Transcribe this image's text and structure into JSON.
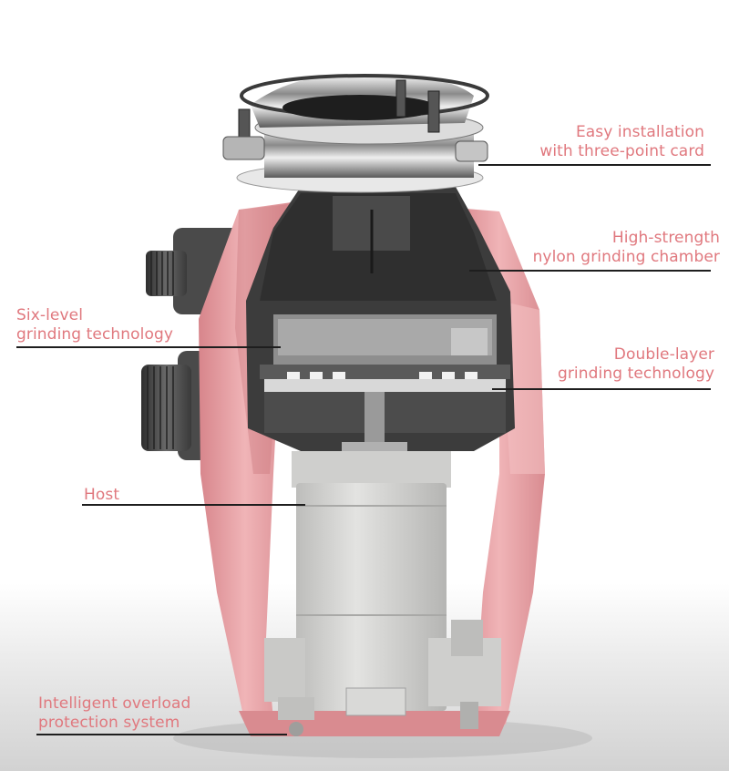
{
  "colors": {
    "label": "#e0787e",
    "housing": "#e9a3a6",
    "housing_dark": "#d98b90",
    "chamber": "#3c3c3c",
    "motor": "#d4d4d2",
    "chrome": "#c9c9c9",
    "leader_line": "#1e1e1e"
  },
  "callouts": {
    "easy_installation": "Easy installation\nwith three-point card",
    "nylon_chamber": "High-strength\nnylon grinding chamber",
    "six_level": "Six-level\ngrinding technology",
    "double_layer": "Double-layer\ngrinding technology",
    "host": "Host",
    "overload": "Intelligent overload\nprotection system"
  }
}
